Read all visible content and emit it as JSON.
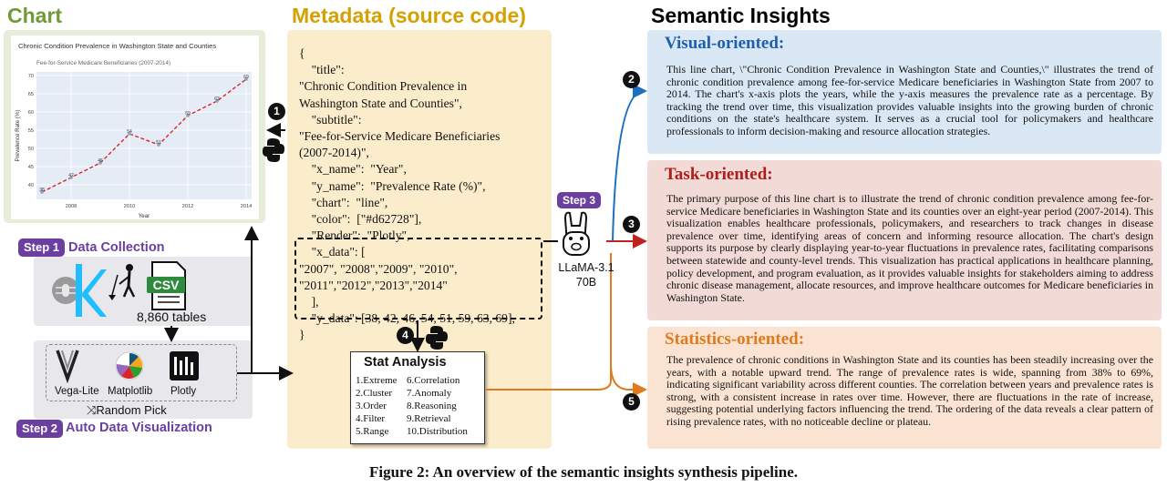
{
  "headers": {
    "chart": "Chart",
    "metadata": "Metadata (source code)",
    "semantic": "Semantic Insights"
  },
  "chart_data": {
    "type": "line",
    "title": "Chronic Condition Prevalence in Washington State and Counties",
    "subtitle": "Fee-for-Service Medicare Beneficiaries (2007-2014)",
    "xlabel": "Year",
    "ylabel": "Prevalence Rate (%)",
    "x": [
      2007,
      2008,
      2009,
      2010,
      2011,
      2012,
      2013,
      2014
    ],
    "values": [
      38,
      42,
      46,
      54,
      51,
      59,
      63,
      69
    ],
    "xticks": [
      "2008",
      "2010",
      "2012",
      "2014"
    ],
    "yticks": [
      "40",
      "45",
      "50",
      "55",
      "60",
      "65",
      "70"
    ],
    "ylim": [
      36,
      71
    ],
    "xlim": [
      2007,
      2014
    ],
    "color": "#d62728",
    "line_style": "dashed",
    "grid": true
  },
  "steps": {
    "step1_badge": "Step 1",
    "step1_title": "Data Collection",
    "tables": "8,860 tables",
    "csv": "CSV",
    "step2_badge": "Step 2",
    "step2_title": "Auto Data Visualization",
    "tools": [
      "Vega-Lite",
      "Matplotlib",
      "Plotly"
    ],
    "random_pick": "Random Pick",
    "step3_badge": "Step 3",
    "llama": [
      "LLaMA-3.1",
      "70B"
    ]
  },
  "metadata_code": [
    "{",
    "    \"title\":",
    "\"Chronic Condition Prevalence in",
    "Washington State and Counties\",",
    "    \"subtitle\":",
    "\"Fee-for-Service Medicare Beneficiaries",
    "(2007-2014)\",",
    "    \"x_name\":  \"Year\",",
    "    \"y_name\":  \"Prevalence Rate (%)\",",
    "    \"chart\":  \"line\",",
    "    \"color\":  [\"#d62728\"],",
    "    \"Render\":  \"Plotly\",",
    "    \"x_data\": [",
    "\"2007\", \"2008\",\"2009\", \"2010\",",
    "\"2011\",\"2012\",\"2013\",\"2014\"",
    "    ],",
    "    \"y_data\": [38, 42, 46, 54, 51, 59, 63, 69],",
    "}"
  ],
  "stat": {
    "title": "Stat Analysis",
    "col1": [
      "1.Extreme",
      "2.Cluster",
      "3.Order",
      "4.Filter",
      "5.Range"
    ],
    "col2": [
      "6.Correlation",
      "7.Anomaly",
      "8.Reasoning",
      "9.Retrieval",
      "10.Distribution"
    ]
  },
  "numbers": [
    "1",
    "2",
    "3",
    "4",
    "5"
  ],
  "insights": {
    "visual": {
      "title": "Visual-oriented:",
      "text": "This line chart, \\\"Chronic Condition Prevalence in Washington State and Counties,\\\" illustrates the trend of chronic condition prevalence among fee-for-service Medicare beneficiaries in Washington State from 2007 to 2014. The chart's x-axis plots the years, while the y-axis measures the prevalence rate as a percentage. By tracking the trend over time, this visualization provides valuable insights into the growing burden of chronic conditions on the state's healthcare system. It serves as a crucial tool for policymakers and healthcare professionals to inform decision-making and resource allocation strategies."
    },
    "task": {
      "title": "Task-oriented:",
      "text": "The primary purpose of this line chart is to illustrate the trend of chronic condition prevalence among fee-for-service Medicare beneficiaries in Washington State and its counties over an eight-year period (2007-2014). This visualization enables healthcare professionals, policymakers, and researchers to track changes in disease prevalence over time, identifying areas of concern and informing resource allocation. The chart's design supports its purpose by clearly displaying year-to-year fluctuations in prevalence rates, facilitating comparisons between statewide and county-level trends. This visualization has practical applications in healthcare planning, policy development, and program evaluation, as it provides valuable insights for stakeholders aiming to address chronic disease management, allocate resources, and improve healthcare outcomes for Medicare beneficiaries in Washington State."
    },
    "statistics": {
      "title": "Statistics-oriented:",
      "text": "The prevalence of chronic conditions in Washington State and its counties has been steadily increasing over the years, with a notable upward trend. The range of prevalence rates is wide, spanning from 38% to 69%, indicating significant variability across different counties. The correlation between years and prevalence rates is strong, with a consistent increase in rates over time. However, there are fluctuations in the rate of increase, suggesting potential underlying factors influencing the trend. The ordering of the data reveals a clear pattern of rising prevalence rates, with no noticeable decline or plateau."
    }
  },
  "caption": "Figure 2: An overview of the semantic insights synthesis pipeline.",
  "colors": {
    "chart_green": "#6f9a37",
    "meta_gold": "#d4a100",
    "step_purple": "#6a3fa0",
    "visual_blue": "#1f5fb0",
    "task_red": "#b01c17",
    "stats_orange": "#e07a1a"
  }
}
